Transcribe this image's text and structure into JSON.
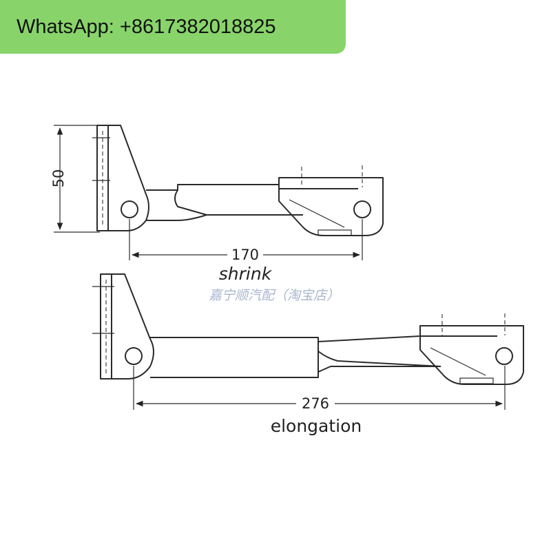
{
  "banner": {
    "text": "WhatsApp: +8617382018825",
    "color": "#88d46a"
  },
  "diagram": {
    "top_height_label": "50",
    "shrink_length_label": "170",
    "shrink_caption": "shrink",
    "elongation_length_label": "276",
    "elongation_caption": "elongation",
    "watermark": "嘉宁顺汽配（淘宝店）"
  }
}
